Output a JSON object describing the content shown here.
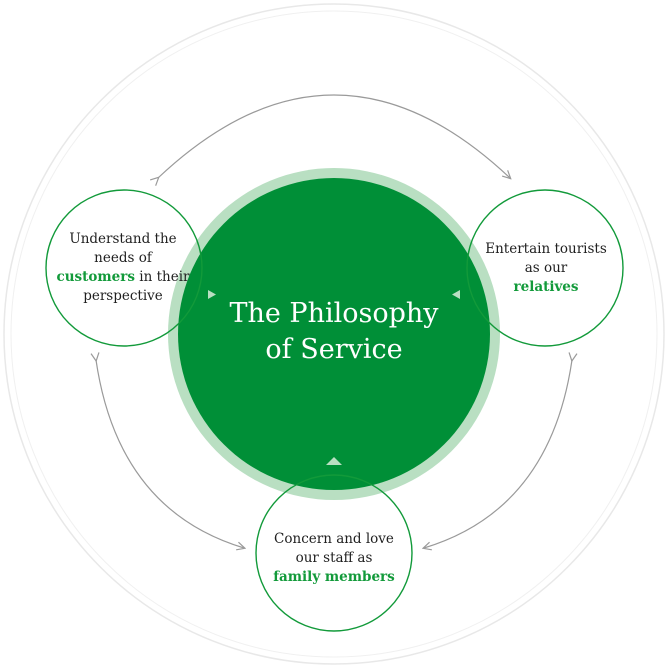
{
  "center": {
    "title_line1": "The Philosophy",
    "title_line2": "of Service"
  },
  "nodes": {
    "left": {
      "line1": "Understand the",
      "line2": "needs of",
      "highlight": "customers",
      "after": " in their",
      "line4": "perspective"
    },
    "right": {
      "line1": "Entertain tourists",
      "line2": "as our",
      "highlight": "relatives"
    },
    "bottom": {
      "line1": "Concern and love",
      "line2": "our staff as",
      "highlight": "family members"
    }
  },
  "colors": {
    "primary_green": "#008f37",
    "ring_green": "#b9dfc2",
    "highlight_green": "#129a3a",
    "arrow_gray": "#9a9a9a",
    "outer_ring_gray": "#e8e8e8"
  }
}
